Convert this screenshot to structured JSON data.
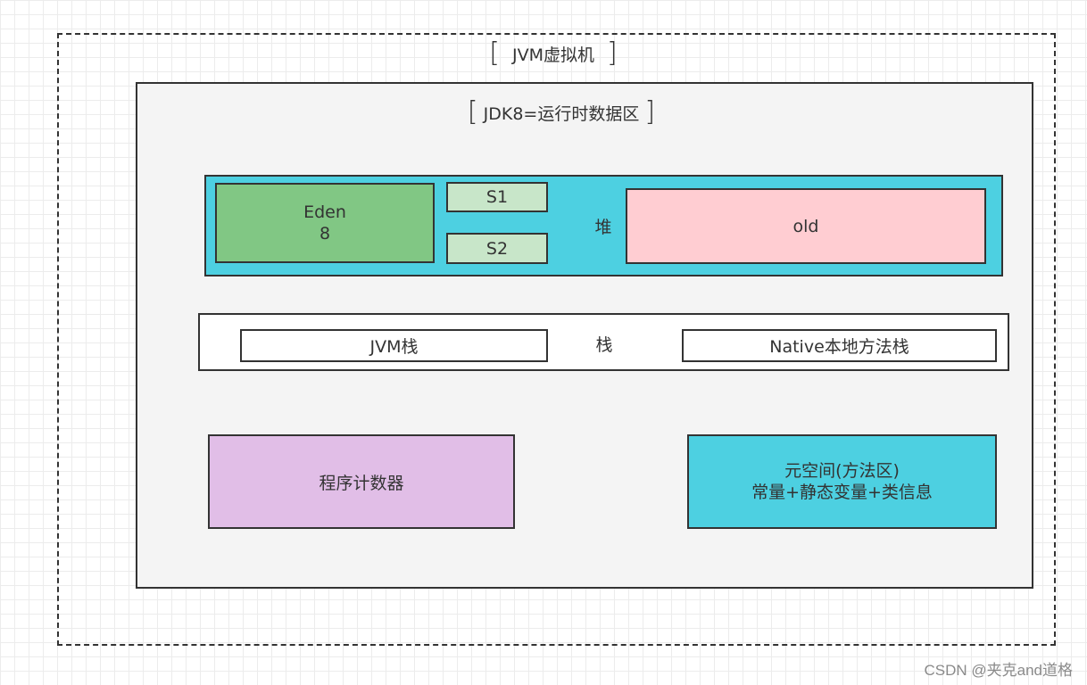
{
  "jvm": {
    "title": "JVM虚拟机"
  },
  "runtime": {
    "title": "JDK8=运行时数据区"
  },
  "heap": {
    "label": "堆",
    "eden_name": "Eden",
    "eden_value": "8",
    "s1": "S1",
    "s2": "S2",
    "old": "old",
    "color": "#4dd0e1"
  },
  "stack": {
    "label": "栈",
    "jvm_stack": "JVM栈",
    "native_stack": "Native本地方法栈"
  },
  "program_counter": {
    "label": "程序计数器",
    "color": "#e1bee7"
  },
  "metaspace": {
    "line1": "元空间(方法区)",
    "line2": "常量+静态变量+类信息",
    "color": "#4dd0e1"
  },
  "watermark": "CSDN @夹克and道格"
}
